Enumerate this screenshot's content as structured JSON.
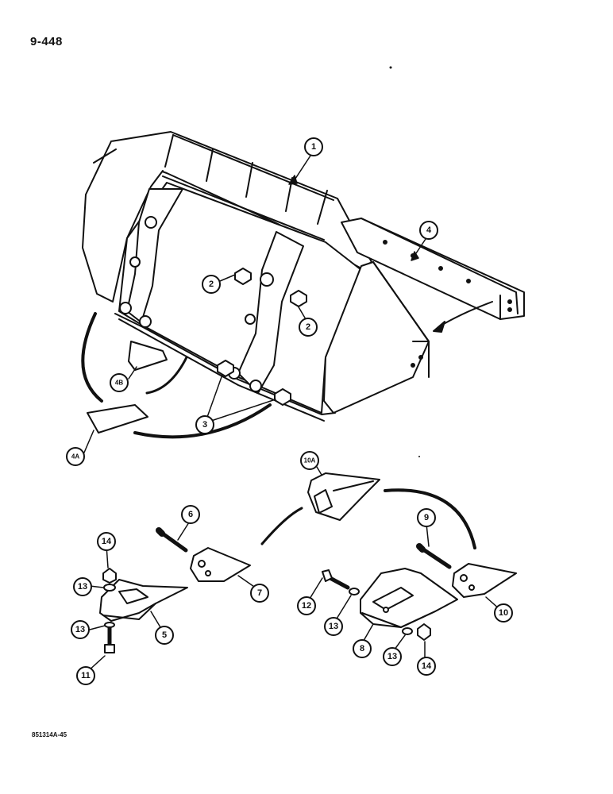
{
  "page": {
    "number": "9-448",
    "code": "851314A-45"
  },
  "callouts": {
    "c1": "1",
    "c2a": "2",
    "c2b": "2",
    "c3": "3",
    "c4": "4",
    "c4A": "4A",
    "c4B": "4B",
    "c5": "5",
    "c6": "6",
    "c7": "7",
    "c8": "8",
    "c9": "9",
    "c10": "10",
    "c10A": "10A",
    "c11": "11",
    "c12": "12",
    "c13a": "13",
    "c13b": "13",
    "c13c": "13",
    "c13d": "13",
    "c14a": "14",
    "c14b": "14"
  }
}
